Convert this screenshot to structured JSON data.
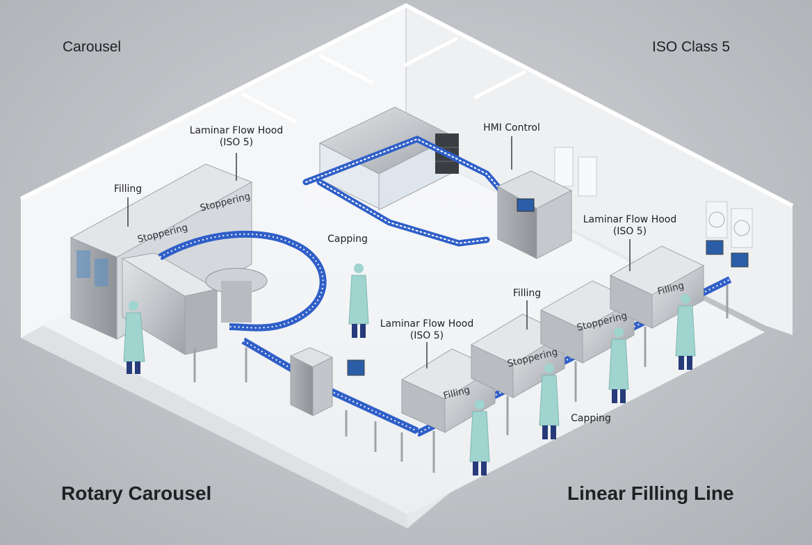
{
  "corners": {
    "top_left": "Carousel",
    "top_right": "ISO Class 5",
    "bottom_left": "Rotary Carousel",
    "bottom_right": "Linear Filling Line"
  },
  "labels": {
    "carousel_hood": "Laminar Flow Hood\n(ISO 5)",
    "carousel_filling": "Filling",
    "carousel_capping": "Capping",
    "hmi_control": "HMI Control",
    "line_hood_right": "Laminar Flow Hood\n(ISO 5)",
    "line_hood_mid": "Laminar Flow Hood\n(ISO 5)",
    "line_filling": "Filling",
    "line_capping": "Capping"
  },
  "hood_text": {
    "carousel_stoppering_1": "Stoppering",
    "carousel_stoppering_2": "Stoppering",
    "line_filling_1": "Filling",
    "line_stoppering_1": "Stoppering",
    "line_stoppering_2": "Stoppering",
    "line_filling_2": "Filling"
  },
  "colors": {
    "conveyor_blue": "#2f5fc8",
    "gown": "#9fd4cf",
    "steel": "#c9ccd0",
    "floor": "#f3f4f6"
  }
}
